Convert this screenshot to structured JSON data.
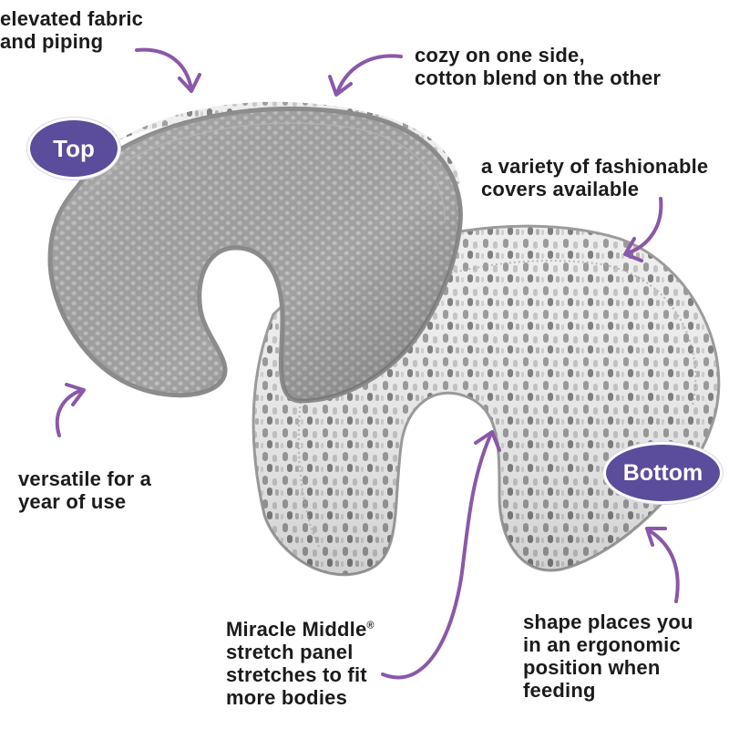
{
  "colors": {
    "accent_purple": "#5b4c9c",
    "arrow_purple": "#8a58a8",
    "top_fabric": "#a4a4a4",
    "bottom_fabric": "#ececec",
    "piping": "#8c8c8c"
  },
  "badges": {
    "top": "Top",
    "bottom": "Bottom"
  },
  "callouts": {
    "elevated": [
      "elevated fabric",
      "and piping"
    ],
    "cozy": [
      "cozy on one side,",
      "cotton blend on the other"
    ],
    "variety": [
      "a variety of fashionable",
      "covers available"
    ],
    "versatile": [
      "versatile for a",
      "year of use"
    ],
    "miracle": [
      "Miracle Middle",
      "stretch panel",
      "stretches to fit",
      "more bodies"
    ],
    "miracle_mark": "®",
    "shape": [
      "shape places you",
      "in an ergonomic",
      "position when",
      "feeding"
    ]
  },
  "icons": {
    "arrow": "curved-arrow-icon"
  }
}
